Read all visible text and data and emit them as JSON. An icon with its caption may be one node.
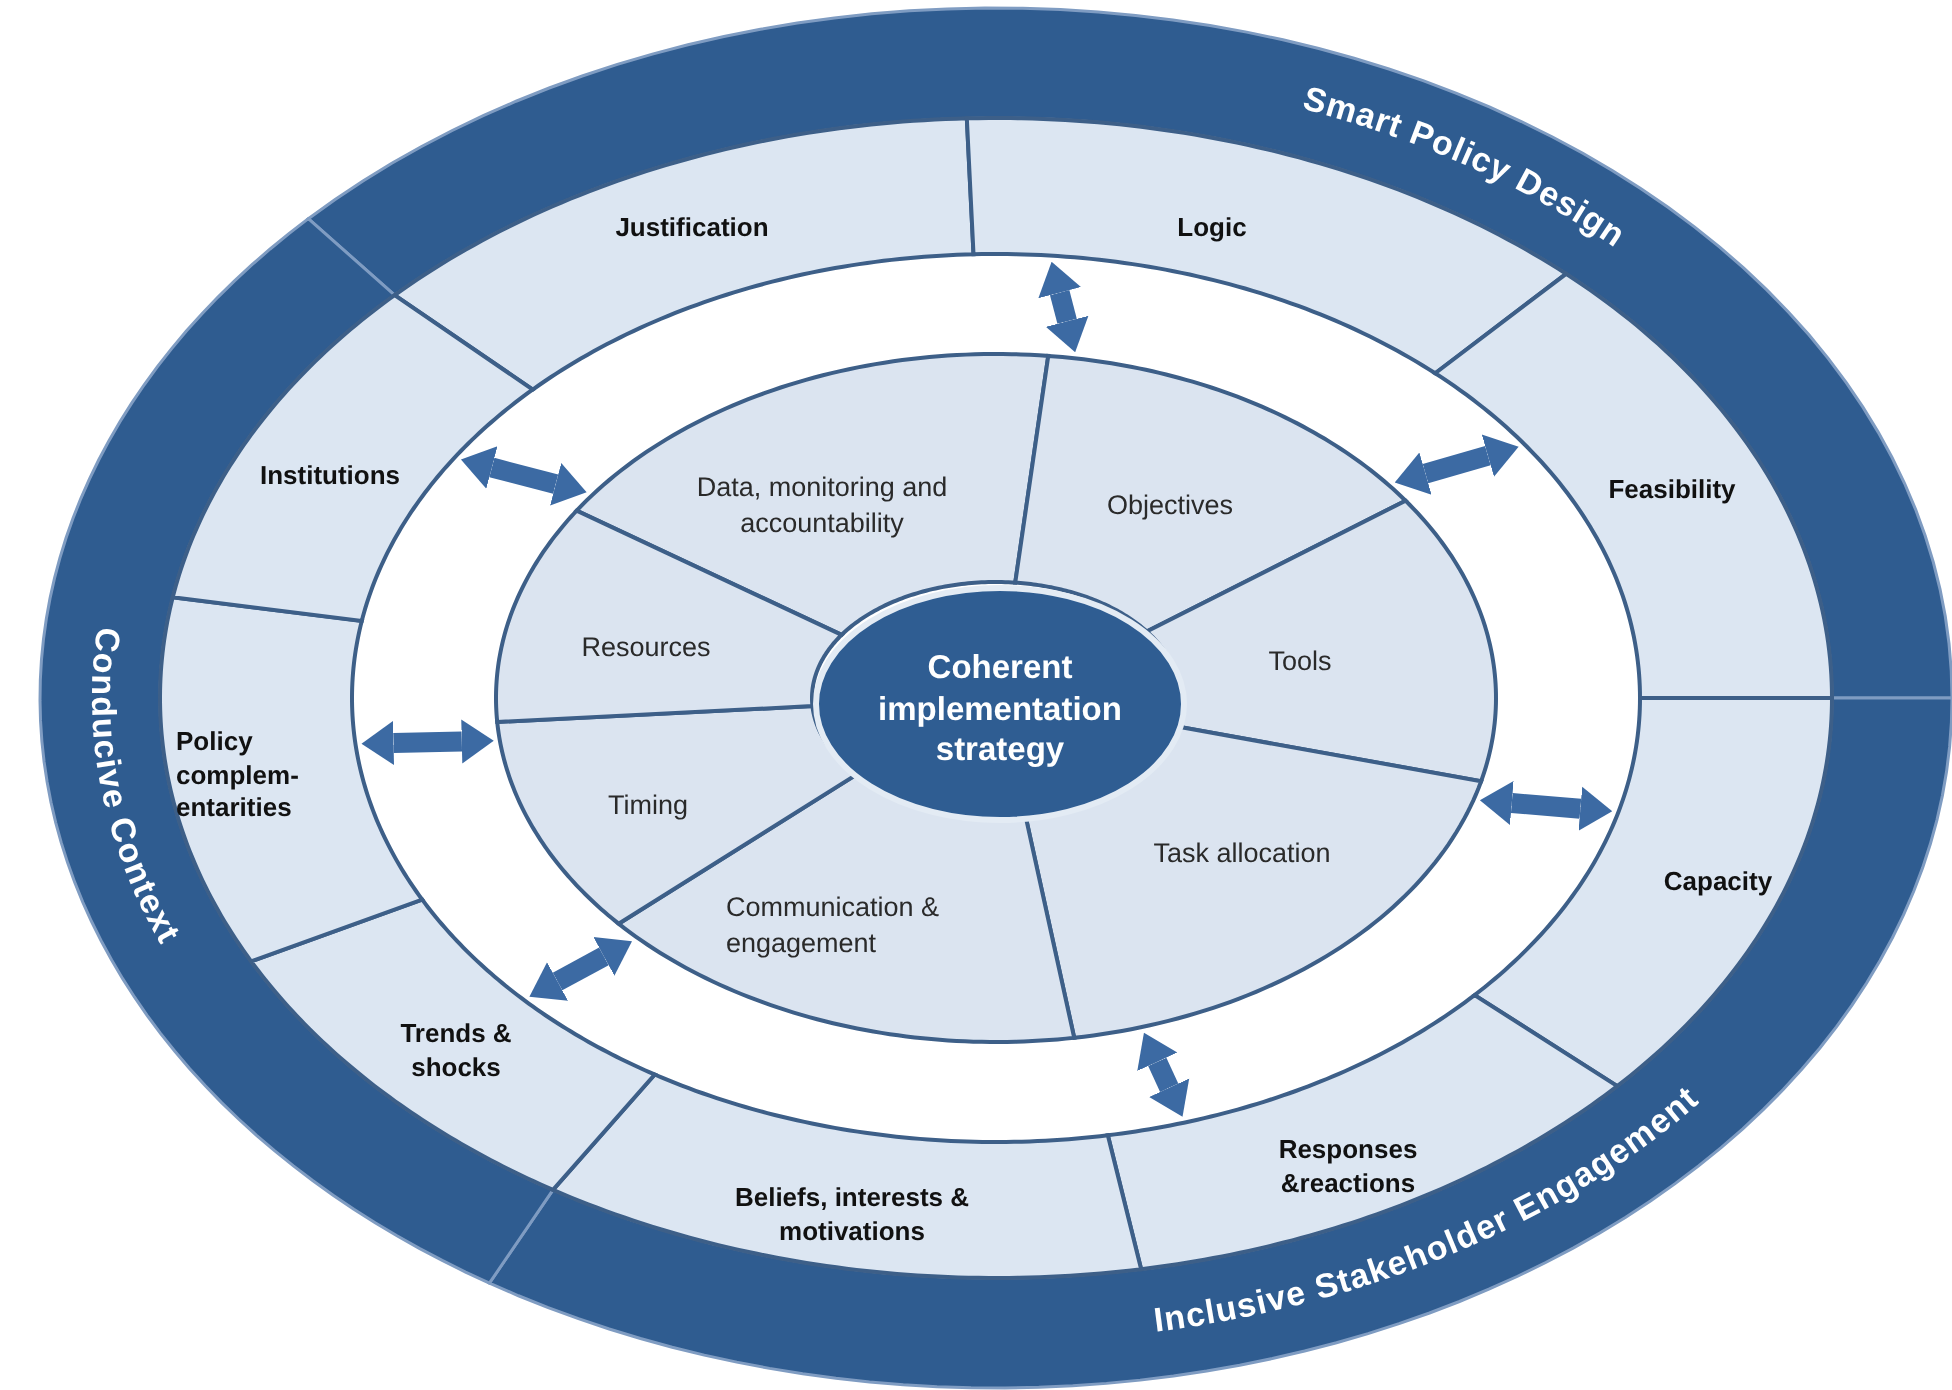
{
  "diagram": {
    "nodes": [
      {
        "text": [
          "Smart Policy Design"
        ]
      },
      {
        "text": [
          "Inclusive Stakeholder Engagement"
        ]
      },
      {
        "text": [
          "Conducive Context"
        ]
      },
      {
        "text": [
          "Justification"
        ]
      },
      {
        "text": [
          "Logic"
        ]
      },
      {
        "text": [
          "Feasibility"
        ]
      },
      {
        "text": [
          "Capacity"
        ]
      },
      {
        "text": [
          "Responses &reactions"
        ]
      },
      {
        "text": [
          "Beliefs, interests & motivations"
        ]
      },
      {
        "text": [
          "Trends & shocks"
        ]
      },
      {
        "text": [
          "Policy complem-entarities"
        ]
      },
      {
        "text": [
          "Institutions"
        ]
      },
      {
        "text": [
          "Data, monitoring and accountability"
        ]
      },
      {
        "text": [
          "Objectives"
        ]
      },
      {
        "text": [
          "Tools"
        ]
      },
      {
        "text": [
          "Task allocation"
        ]
      },
      {
        "text": [
          "Communication & engagement"
        ]
      },
      {
        "text": [
          "Timing"
        ]
      },
      {
        "text": [
          "Resources"
        ]
      },
      {
        "text": [
          "Coherent implementation strategy"
        ]
      }
    ],
    "edges": [
      {
        "from": 4,
        "to": 13,
        "arrow": "both"
      },
      {
        "from": 5,
        "to": 13,
        "arrow": "both"
      },
      {
        "from": 6,
        "to": 15,
        "arrow": "both"
      },
      {
        "from": 7,
        "to": 15,
        "arrow": "both"
      },
      {
        "from": 9,
        "to": 16,
        "arrow": "both"
      },
      {
        "from": 10,
        "to": 17,
        "arrow": "both"
      },
      {
        "from": 11,
        "to": 12,
        "arrow": "both"
      }
    ]
  }
}
